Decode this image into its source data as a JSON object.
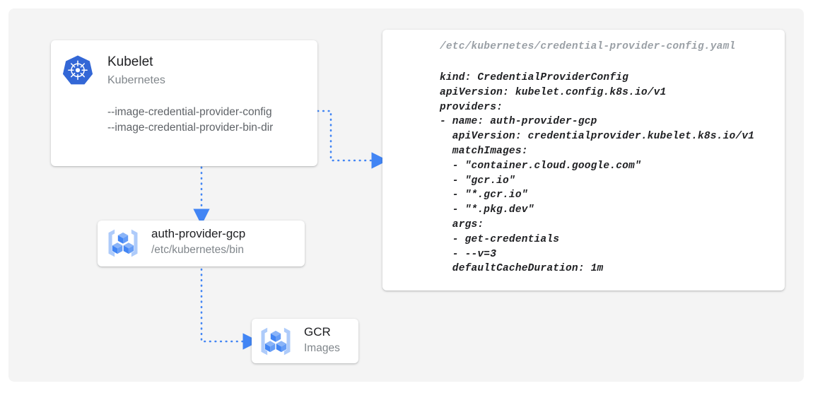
{
  "canvas": {
    "background": "#ffffff",
    "panel_color": "#f4f4f4",
    "accent_color": "#4285f4",
    "icon_light_blue": "#aecbfa",
    "k8s_blue": "#3367d6"
  },
  "kubelet_card": {
    "icon": "kubernetes-logo-icon",
    "title": "Kubelet",
    "subtitle": "Kubernetes",
    "flags": [
      "--image-credential-provider-config",
      "--image-credential-provider-bin-dir"
    ]
  },
  "auth_provider_card": {
    "icon": "container-registry-icon",
    "title": "auth-provider-gcp",
    "subtitle": "/etc/kubernetes/bin"
  },
  "gcr_card": {
    "icon": "container-registry-icon",
    "title": "GCR",
    "subtitle": "Images"
  },
  "yaml_card": {
    "path": "/etc/kubernetes/credential-provider-config.yaml",
    "lines": [
      "kind: CredentialProviderConfig",
      "apiVersion: kubelet.config.k8s.io/v1",
      "providers:",
      "- name: auth-provider-gcp",
      "  apiVersion: credentialprovider.kubelet.k8s.io/v1",
      "  matchImages:",
      "  - \"container.cloud.google.com\"",
      "  - \"gcr.io\"",
      "  - \"*.gcr.io\"",
      "  - \"*.pkg.dev\"",
      "  args:",
      "  - get-credentials",
      "  - --v=3",
      "  defaultCacheDuration: 1m"
    ]
  },
  "connectors": [
    {
      "name": "kubelet-config-to-yaml",
      "from": "kubelet-config-flag",
      "to": "yaml-card",
      "style": "dotted",
      "arrow": "right"
    },
    {
      "name": "kubelet-to-auth-provider",
      "from": "kubelet-card",
      "to": "auth-provider-card",
      "style": "dotted",
      "arrow": "down"
    },
    {
      "name": "auth-provider-to-gcr",
      "from": "auth-provider-card",
      "to": "gcr-card",
      "style": "dotted",
      "arrow": "right"
    }
  ]
}
